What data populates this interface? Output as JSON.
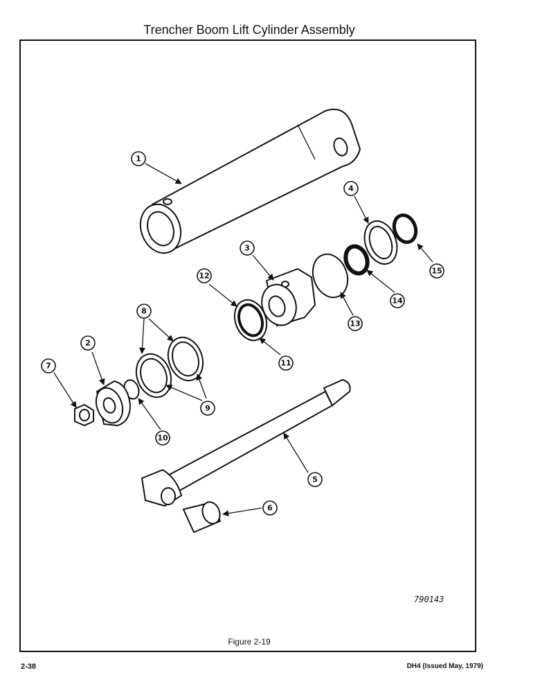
{
  "header": {
    "title": "Trencher Boom Lift Cylinder Assembly"
  },
  "figure": {
    "caption": "Figure 2-19",
    "drawing_number": "790143",
    "callouts": [
      "1",
      "2",
      "3",
      "4",
      "5",
      "6",
      "7",
      "8",
      "9",
      "10",
      "11",
      "12",
      "13",
      "14",
      "15"
    ]
  },
  "footer": {
    "page_number": "2-38",
    "issue": "DH4 (Issued May, 1979)"
  }
}
